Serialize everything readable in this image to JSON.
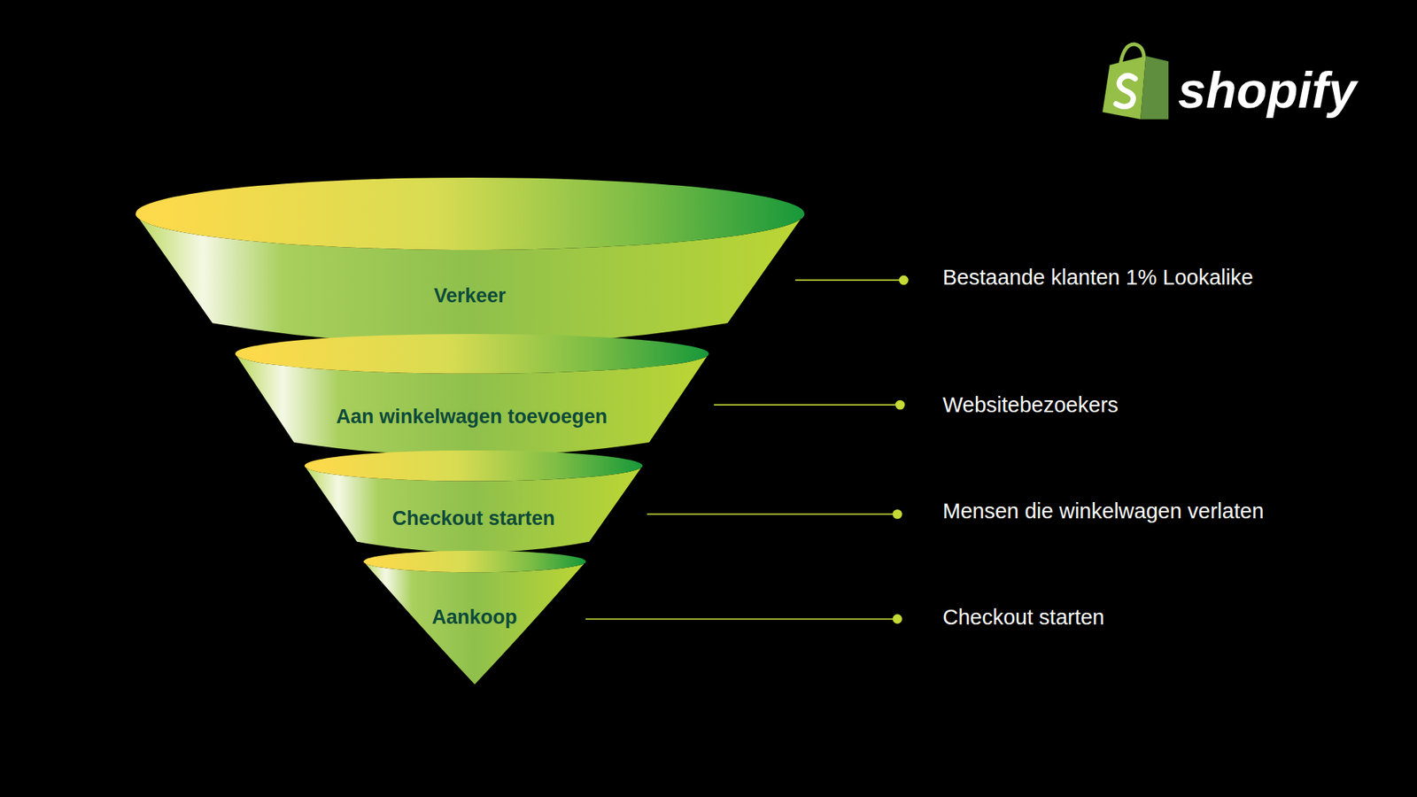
{
  "diagram": {
    "nodes": [
      {
        "text": [
          "Verkeer"
        ]
      },
      {
        "text": [
          "Aan winkelwagen toevoegen"
        ]
      },
      {
        "text": [
          "Checkout starten"
        ]
      },
      {
        "text": [
          "Aankoop"
        ]
      }
    ],
    "labels": [
      "Bestaande klanten 1% Lookalike",
      "Websitebezoekers",
      "Mensen die winkelwagen verlaten",
      "Checkout starten",
      "shopify"
    ]
  }
}
